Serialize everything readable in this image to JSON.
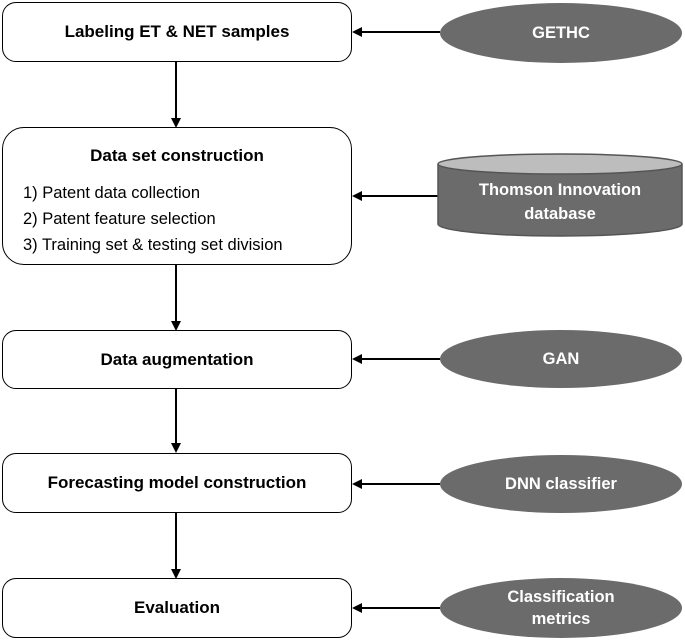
{
  "process": {
    "step1": "Labeling ET & NET samples",
    "step2": {
      "title": "Data set construction",
      "items": [
        "1) Patent data collection",
        "2) Patent feature selection",
        "3) Training set & testing set division"
      ]
    },
    "step3": "Data augmentation",
    "step4": "Forecasting model construction",
    "step5": "Evaluation"
  },
  "sources": {
    "s1": "GETHC",
    "s2": "Thomson Innovation\ndatabase",
    "s3": "GAN",
    "s4": "DNN classifier",
    "s5": "Classification\nmetrics"
  },
  "colors": {
    "ellipse_fill": "#6b6b6b",
    "stroke": "#000000"
  }
}
